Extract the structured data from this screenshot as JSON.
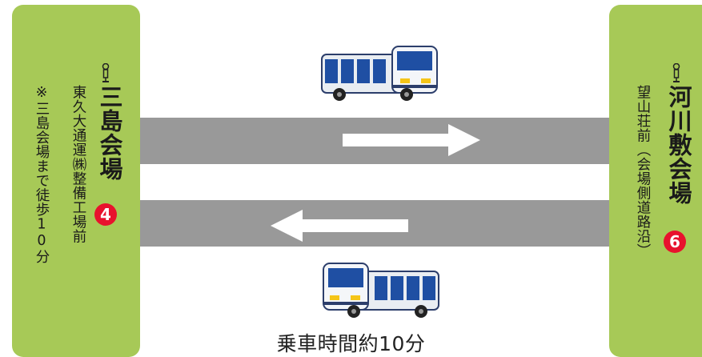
{
  "left_stop": {
    "title": "三島会場",
    "badge": "❹",
    "name": "東久大通運㈱整備工場前",
    "note": "※三島会場まで徒歩10分"
  },
  "right_stop": {
    "title": "河川敷会場",
    "badge": "❻",
    "name": "望山荘前（会場側道路沿）"
  },
  "caption": "乗車時間約10分",
  "colors": {
    "panel": "#a7c957",
    "road": "#999999",
    "badge": "#e8122d",
    "arrow": "#ffffff"
  },
  "icons": [
    "bus-stop-icon",
    "bus-icon",
    "arrow-right-icon",
    "arrow-left-icon"
  ]
}
